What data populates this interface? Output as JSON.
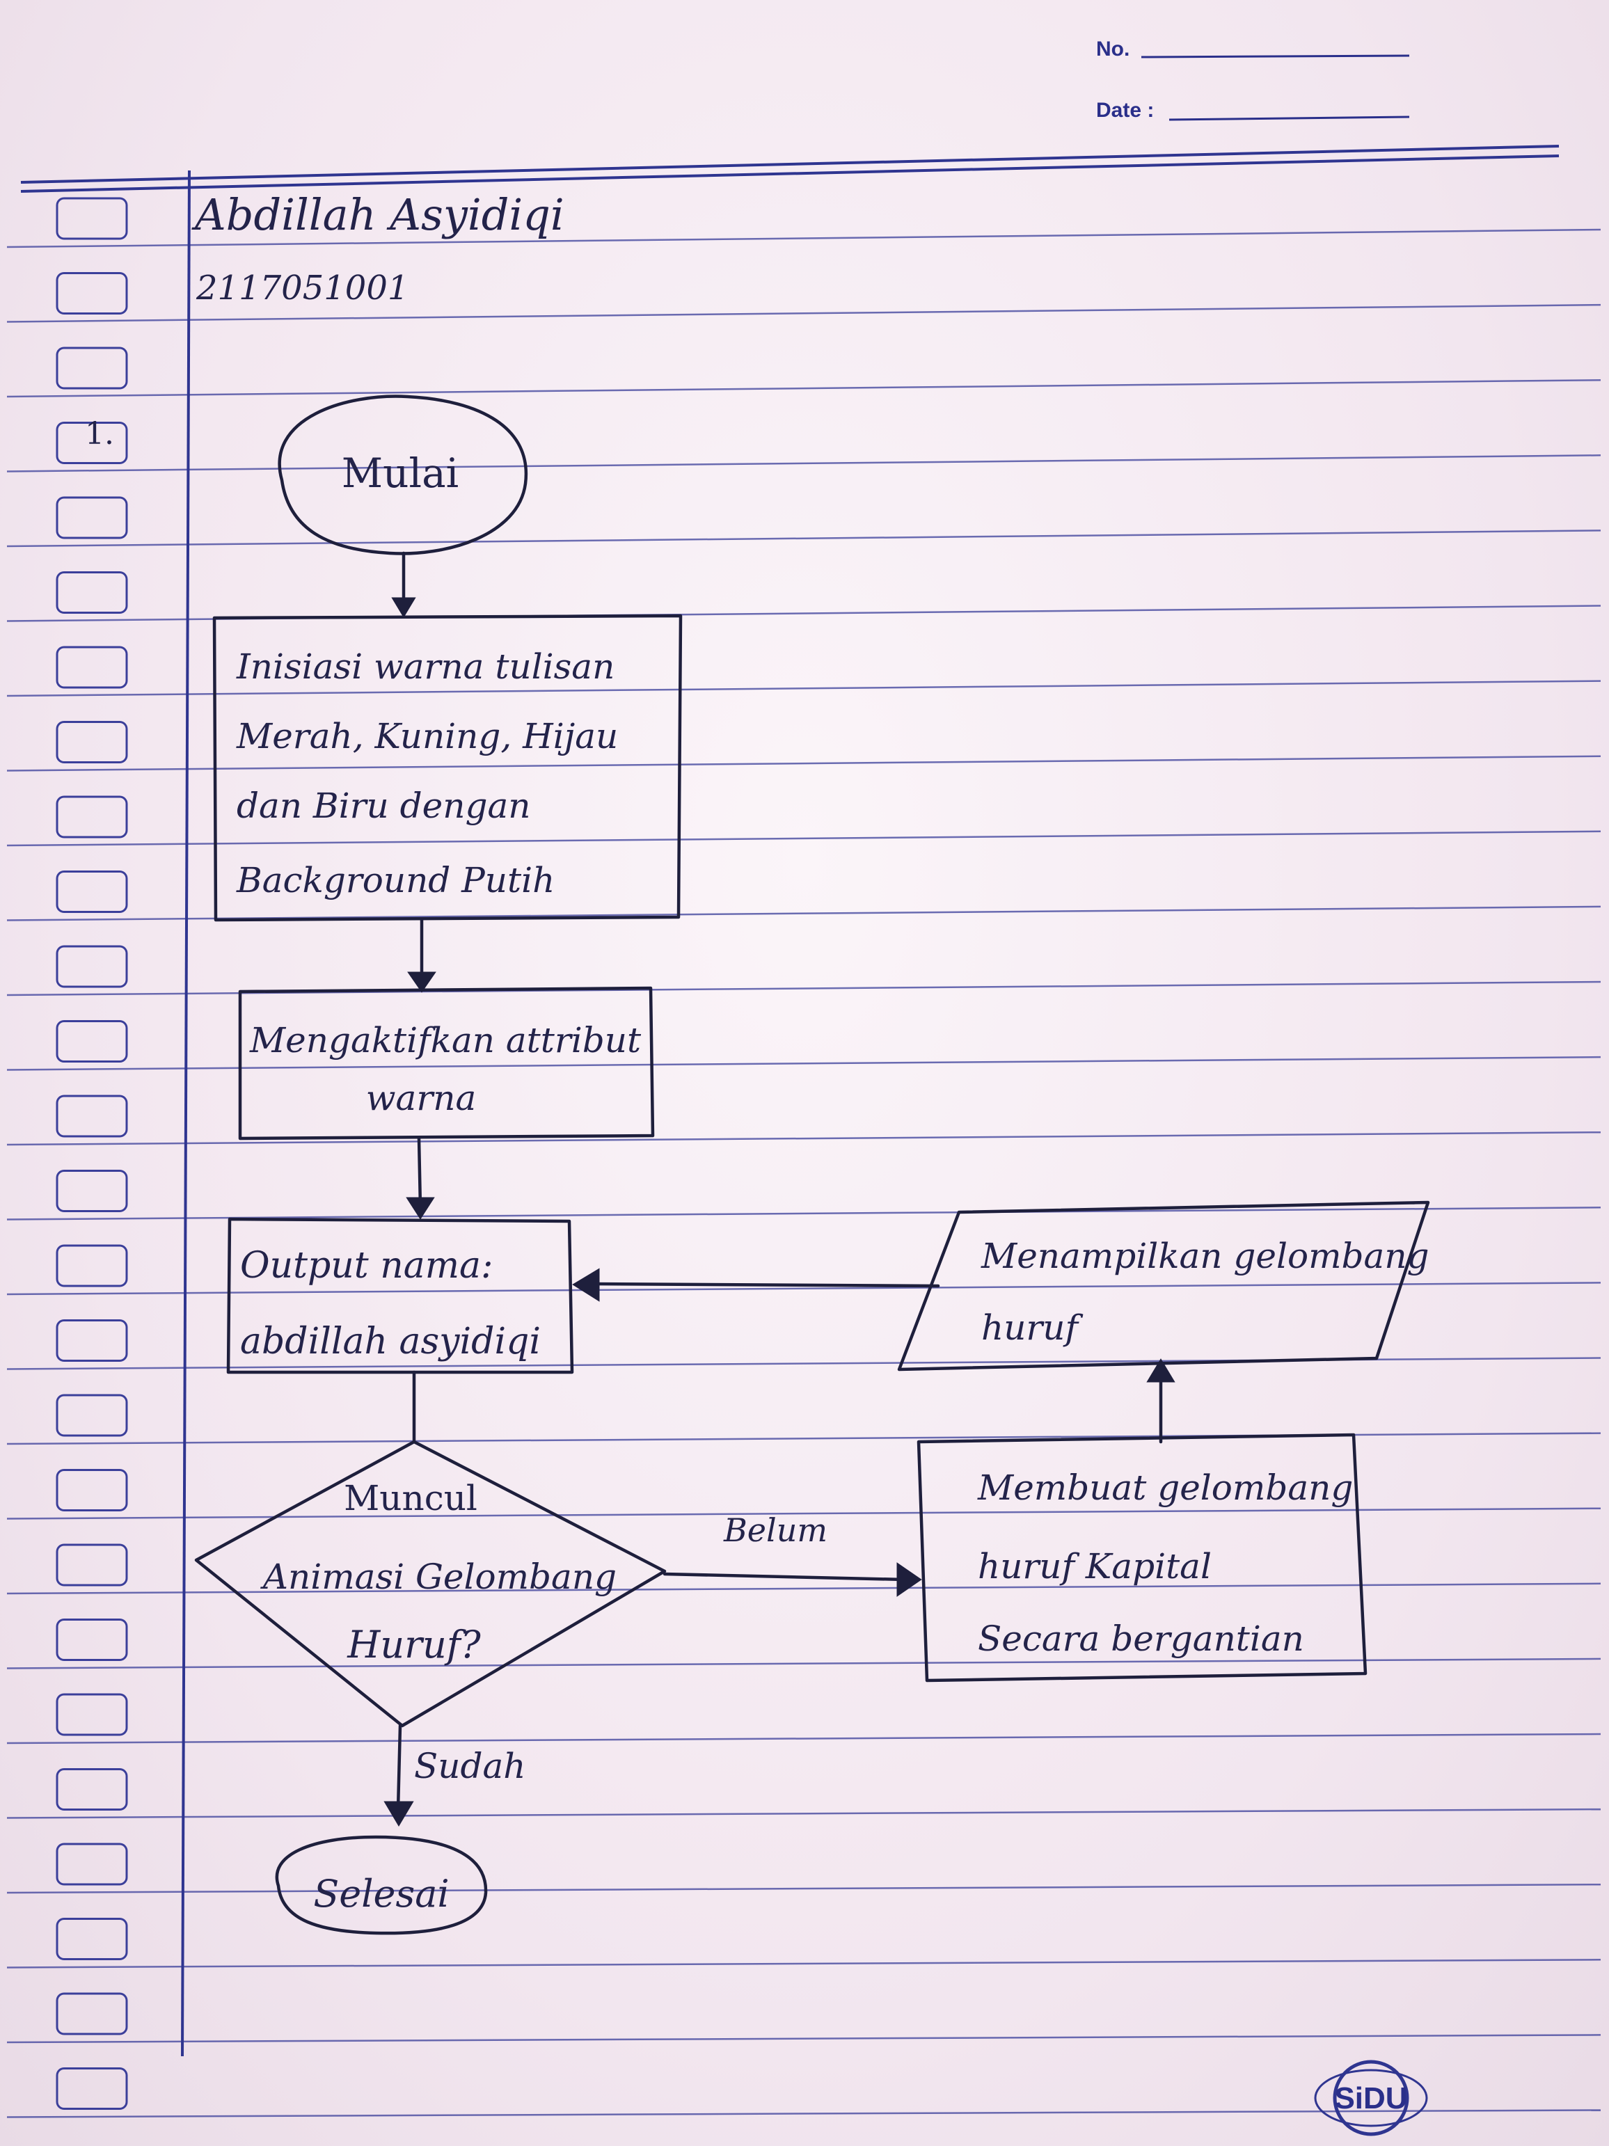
{
  "header": {
    "no_label": "No.",
    "date_label": "Date :"
  },
  "student": {
    "name": "Abdillah Asyidiqi",
    "id": "2117051001"
  },
  "question_number": "1.",
  "flowchart": {
    "start": "Mulai",
    "init_box": [
      "Inisiasi warna tulisan",
      "Merah, Kuning, Hijau",
      "dan Biru dengan",
      "Background Putih"
    ],
    "activate_box": [
      "Mengaktifkan attribut",
      "warna"
    ],
    "output_box": [
      "Output  nama:",
      "abdillah  asyidiqi"
    ],
    "decision": [
      "Muncul",
      "Animasi Gelombang",
      "Huruf?"
    ],
    "no_label": "Belum",
    "yes_label": "Sudah",
    "process_box": [
      "Membuat  gelombang",
      "huruf Kapital",
      "Secara  bergantian"
    ],
    "display_box": [
      "Menampilkan  gelombang",
      "huruf"
    ],
    "end": "Selesai"
  },
  "brand": "SiDU",
  "colors": {
    "ink": "#1e1f3c",
    "rule_line": "#3b3f9a",
    "paper": "#f7eef5"
  }
}
